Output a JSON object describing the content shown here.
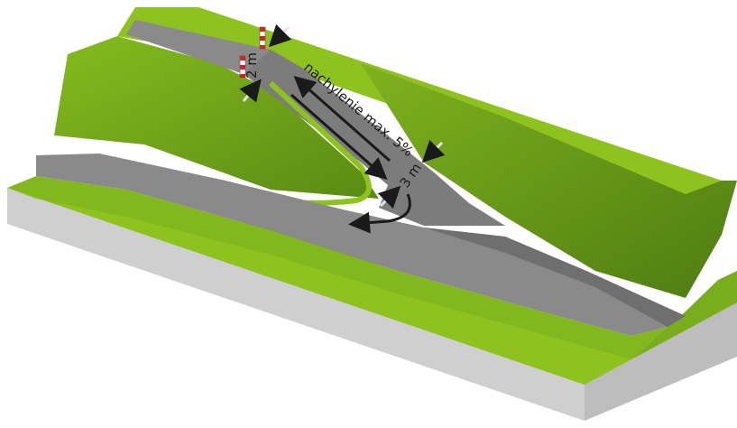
{
  "labels": {
    "slope": "nachylenie max. 5%",
    "upper_width": "2 m",
    "lower_width": "3 m"
  },
  "colors": {
    "grass_light": "#8dc21f",
    "grass_mid": "#77a81c",
    "grass_dark": "#4e7a12",
    "road": "#8a8a8a",
    "road_dark": "#6f6f6f",
    "soil_front": "#cfcfcf",
    "soil_side": "#bdbdbd",
    "arrow": "#1a1a1a",
    "marker_red": "#d4221f",
    "dimension_arrow": "#e6e6e6"
  },
  "icons": {
    "post_marker": "red-white-post-icon",
    "width_arrow": "width-arrow-icon",
    "direction_arrow": "direction-arrow-icon"
  }
}
